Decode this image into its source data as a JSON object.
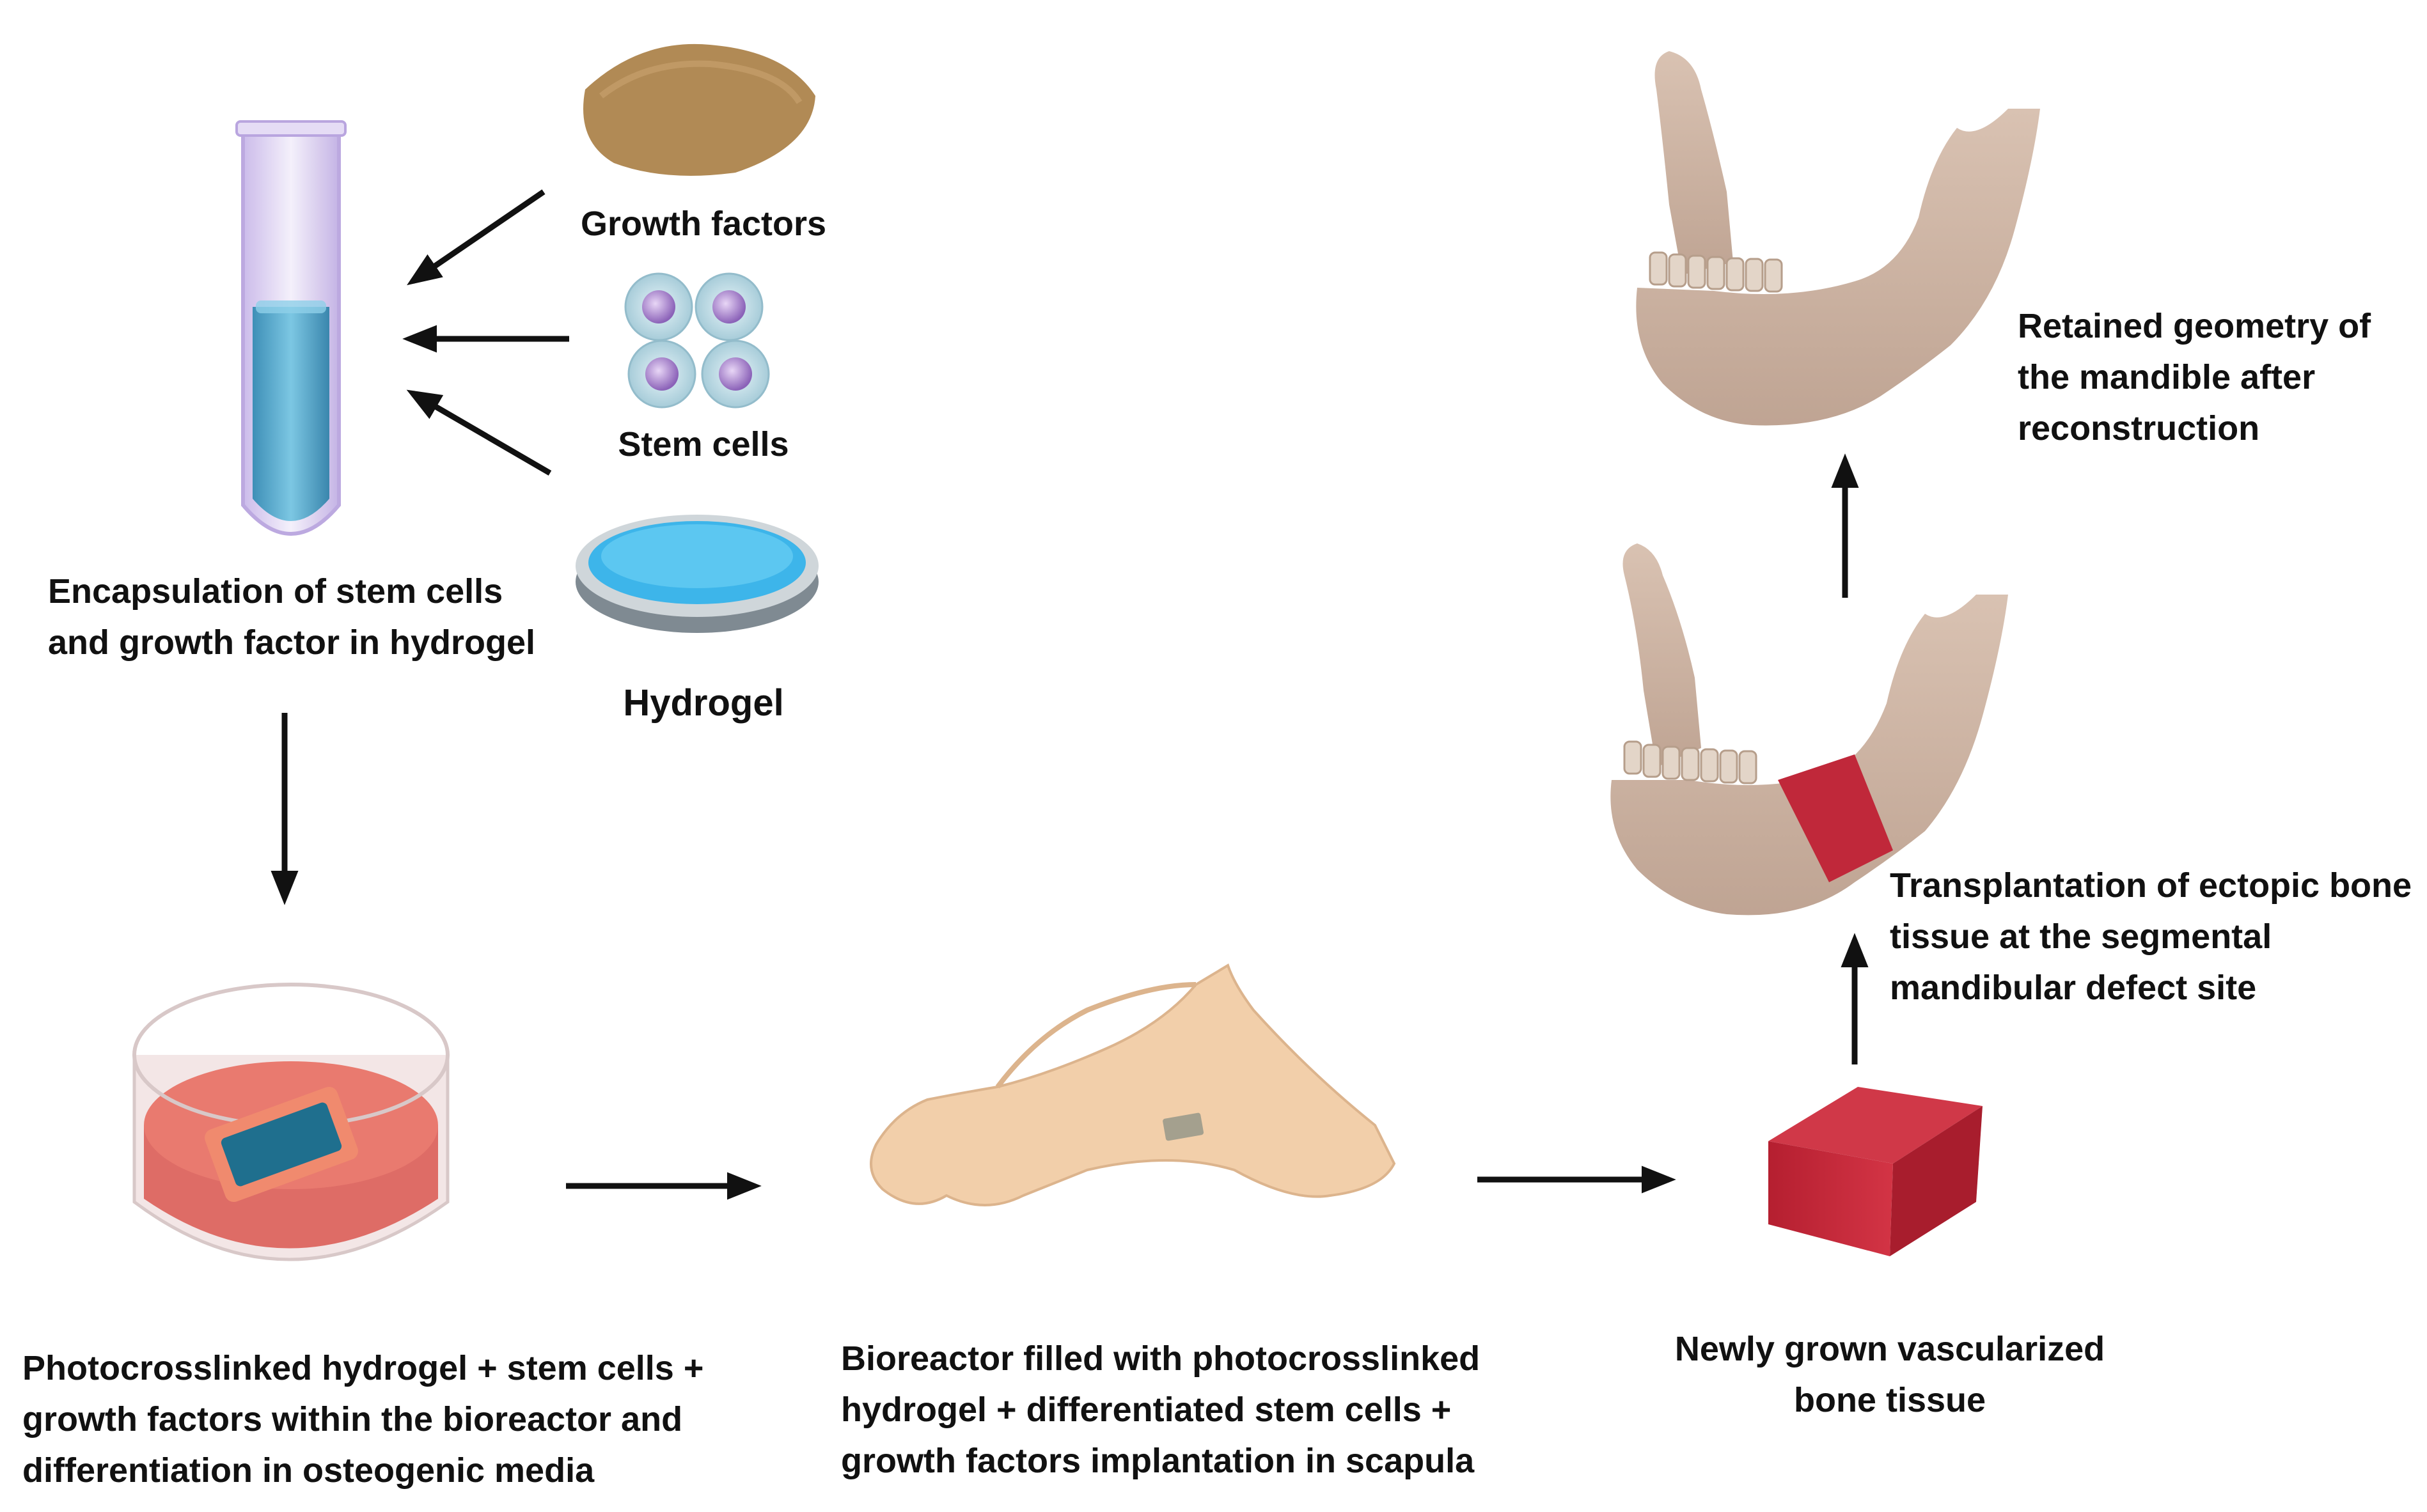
{
  "labels": {
    "growth_factors": "Growth factors",
    "stem_cells": "Stem cells",
    "hydrogel": "Hydrogel",
    "encapsulation": [
      "Encapsulation of stem cells",
      "and growth factor in hydrogel"
    ],
    "photocrosslinked": [
      "Photocrosslinked hydrogel + stem cells +",
      "growth factors within the bioreactor and",
      "differentiation in osteogenic media"
    ],
    "bioreactor": [
      "Bioreactor filled with photocrosslinked",
      "hydrogel + differentiated stem cells +",
      "growth factors implantation in scapula"
    ],
    "newly_grown": [
      "Newly grown vascularized",
      "bone tissue"
    ],
    "transplantation": [
      "Transplantation of ectopic bone",
      "tissue at the segmental",
      "mandibular defect site"
    ],
    "retained": [
      "Retained geometry of",
      "the mandible after",
      "reconstruction"
    ]
  },
  "colors": {
    "arrow": "#111111",
    "text": "#111111",
    "bone": "#d8bfae",
    "scapula": "#f2cfaa",
    "graft_red": "#c0283a",
    "hydrogel_blue": "#39b4e6",
    "growth_factor_brown": "#b08a55",
    "cell_purple": "#9f7cc6",
    "medium_red": "#d9534f"
  },
  "icons": [
    "test-tube-icon",
    "growth-factor-powder-icon",
    "stem-cell-cluster-icon",
    "petri-dish-hydrogel-icon",
    "bioreactor-dish-icon",
    "scapula-icon",
    "bone-block-icon",
    "mandible-defect-icon",
    "mandible-reconstructed-icon"
  ]
}
